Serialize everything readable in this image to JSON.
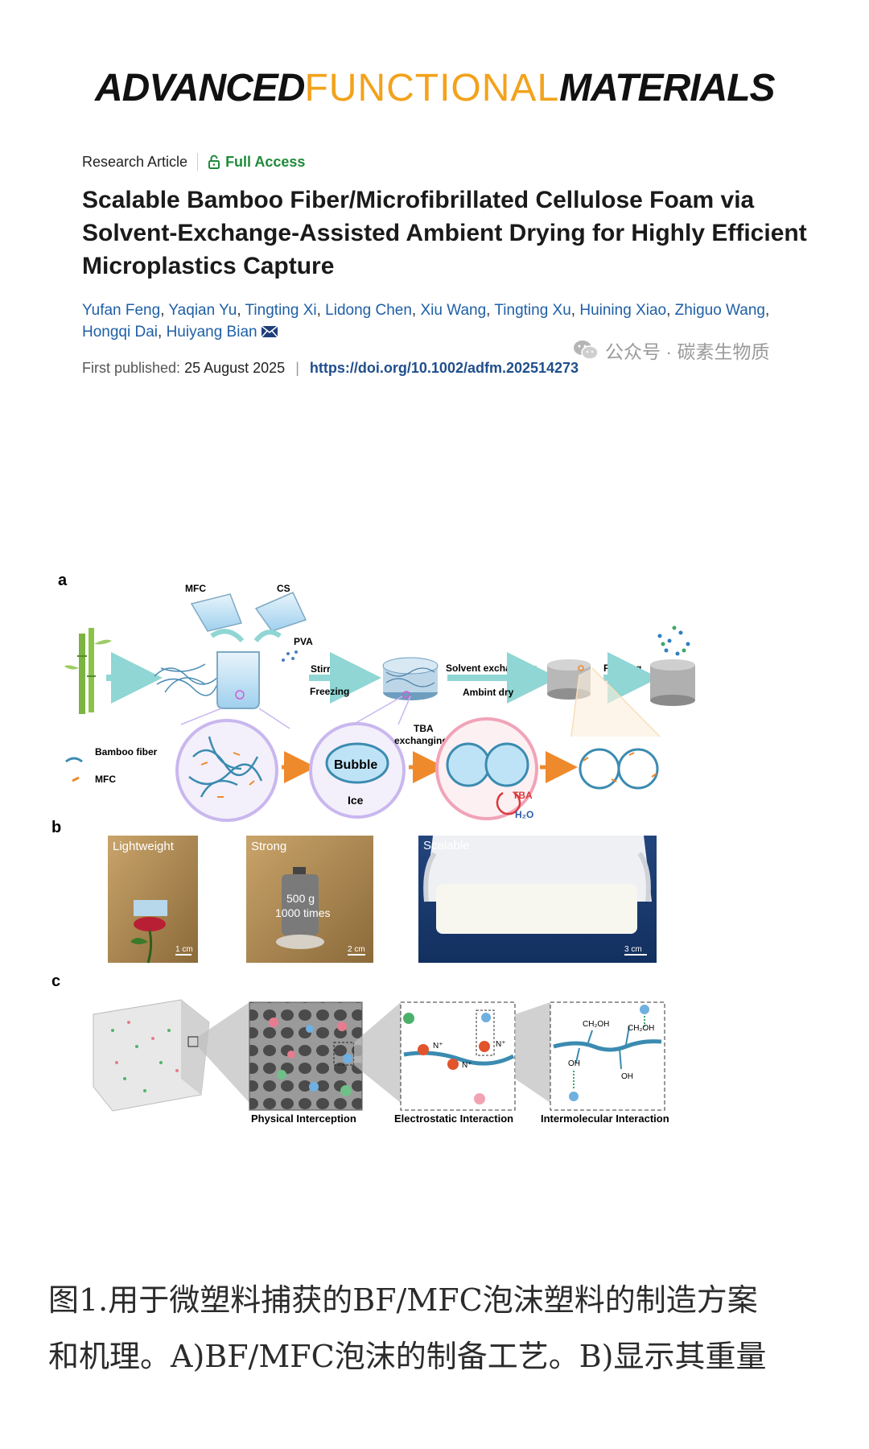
{
  "journal": {
    "part1": "ADVANCED",
    "part2": "FUNCTIONAL",
    "part3": "MATERIALS"
  },
  "article": {
    "type": "Research Article",
    "access": "Full Access",
    "title": "Scalable Bamboo Fiber/Microfibrillated Cellulose Foam via Solvent-Exchange-Assisted Ambient Drying for Highly Efficient Microplastics Capture",
    "authors": [
      "Yufan Feng",
      "Yaqian Yu",
      "Tingting Xi",
      "Lidong Chen",
      "Xiu Wang",
      "Tingting Xu",
      "Huining Xiao",
      "Zhiguo Wang",
      "Hongqi Dai",
      "Huiyang Bian"
    ],
    "first_published_label": "First published:",
    "first_published_date": "25 August 2025",
    "separator": "|",
    "doi": "https://doi.org/10.1002/adfm.202514273"
  },
  "watermark": {
    "text": "公众号 · 碳素生物质"
  },
  "figure": {
    "panel_a": {
      "label": "a",
      "mfc": "MFC",
      "cs": "CS",
      "pva": "PVA",
      "stirring": "Stirring",
      "freezing": "Freezing",
      "solvent_exchanging": "Solvent exchanging",
      "ambient_dry": "Ambint dry",
      "filtering": "Filtering",
      "tba_exchanging_1": "TBA",
      "tba_exchanging_2": "exchanging",
      "legend_bamboo": "Bamboo fiber",
      "legend_mfc": "MFC",
      "bubble": "Bubble",
      "ice": "Ice",
      "tba": "TBA",
      "h2o": "H₂O"
    },
    "panel_b": {
      "label": "b",
      "photo1_label": "Lightweight",
      "photo1_scale": "1 cm",
      "photo2_label": "Strong",
      "photo2_weight": "500 g",
      "photo2_times": "1000 times",
      "photo2_scale": "2 cm",
      "photo3_label": "Scalable",
      "photo3_scale": "3 cm"
    },
    "panel_c": {
      "label": "c",
      "physical": "Physical Interception",
      "electrostatic": "Electrostatic Interaction",
      "intermolecular": "Intermolecular Interaction",
      "n_plus": "N⁺",
      "ch2oh": "CH₂OH",
      "oh": "OH"
    }
  },
  "caption": {
    "line1": "图1.用于微塑料捕获的BF/MFC泡沫塑料的制造方案",
    "line2": "和机理。A)BF/MFC泡沫的制备工艺。B)显示其重量"
  },
  "colors": {
    "journal_accent": "#f3a21c",
    "access_green": "#1e8a3a",
    "author_blue": "#1f5fa6",
    "doi_blue": "#1f4e8c"
  }
}
